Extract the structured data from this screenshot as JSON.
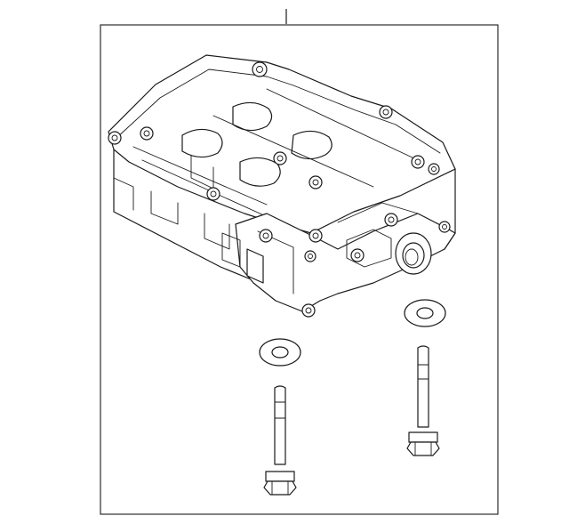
{
  "diagram": {
    "parts": [
      {
        "name": "oil-pump-assembly",
        "label": ""
      },
      {
        "name": "gasket-left",
        "label": ""
      },
      {
        "name": "gasket-right",
        "label": ""
      },
      {
        "name": "bolt-left",
        "label": ""
      },
      {
        "name": "bolt-right",
        "label": ""
      }
    ],
    "callout_leader": {
      "points_to": "oil-pump-assembly",
      "label": ""
    }
  }
}
